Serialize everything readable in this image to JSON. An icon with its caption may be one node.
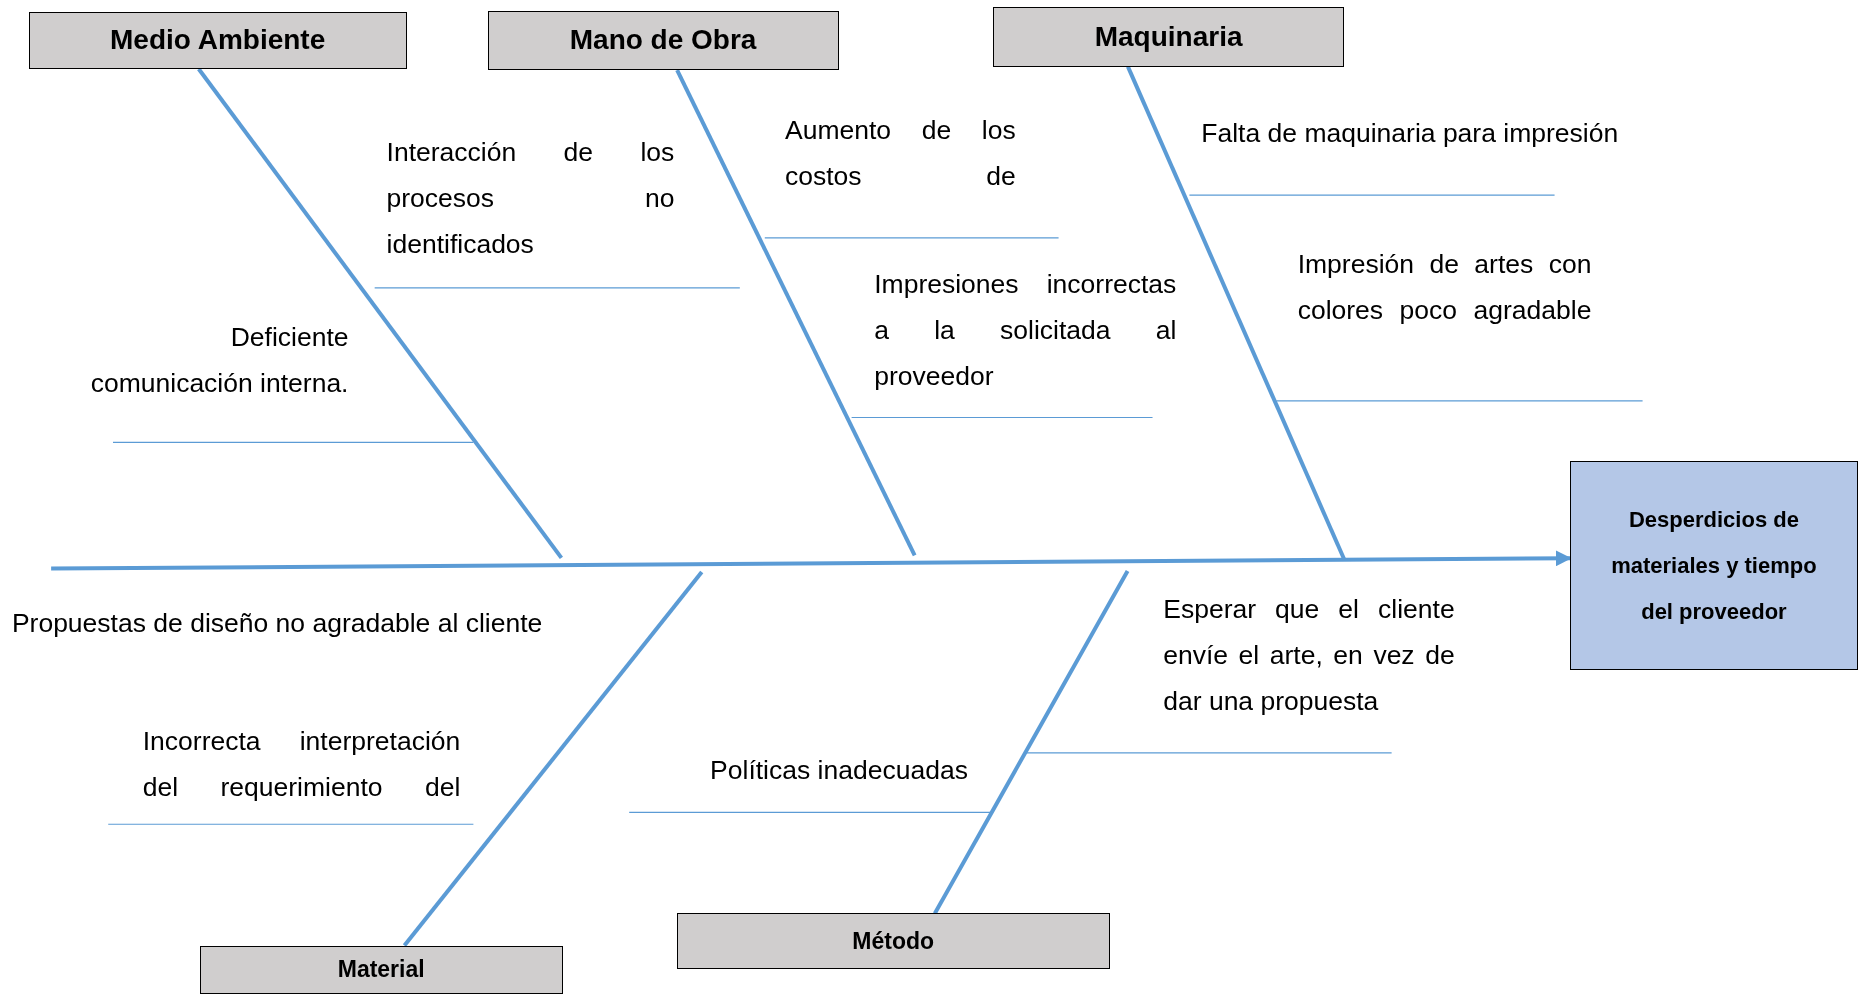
{
  "diagram": {
    "nodes": [
      {
        "text": [
          "Medio Ambiente"
        ]
      },
      {
        "text": [
          "Mano de Obra"
        ]
      },
      {
        "text": [
          "Maquinaria"
        ]
      },
      {
        "text": [
          "Desperdicios de materiales y tiempo del proveedor"
        ]
      },
      {
        "text": [
          "Material"
        ]
      },
      {
        "text": [
          "Método"
        ]
      }
    ],
    "edges": [
      {
        "from": null,
        "to": 3,
        "arrow": "to"
      },
      {
        "from": 0,
        "to": null,
        "arrow": "none"
      },
      {
        "from": 1,
        "to": null,
        "arrow": "none"
      },
      {
        "from": 2,
        "to": null,
        "arrow": "none"
      },
      {
        "from": 4,
        "to": null,
        "arrow": "none"
      },
      {
        "from": 5,
        "to": null,
        "arrow": "none"
      }
    ],
    "labels": [
      "Interacción de los procesos no identificados",
      "Aumento de los costos de",
      "Falta de maquinaria para impresión",
      "Impresión de artes con colores poco agradable",
      "Impresiones incorrectas a la solicitada al proveedor",
      "Deficiente comunicación interna.",
      "Esperar que el cliente envíe el arte, en vez de dar una propuesta",
      "Propuestas de diseño no agradable al cliente",
      "Incorrecta interpretación del requerimiento del",
      "Políticas inadecuadas"
    ]
  }
}
